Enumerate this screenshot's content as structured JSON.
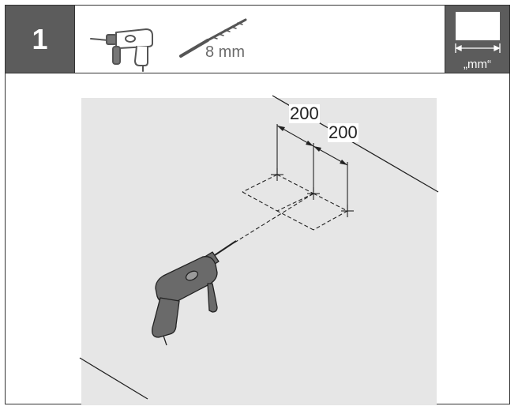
{
  "header": {
    "step_number": "1",
    "drill_bit_size": "8 mm",
    "unit_label": "„mm“"
  },
  "diagram": {
    "dimension_1": "200",
    "dimension_2": "200"
  },
  "colors": {
    "dark_gray": "#5c5c5c",
    "wall_gray": "#e6e6e6",
    "line": "#333333"
  }
}
